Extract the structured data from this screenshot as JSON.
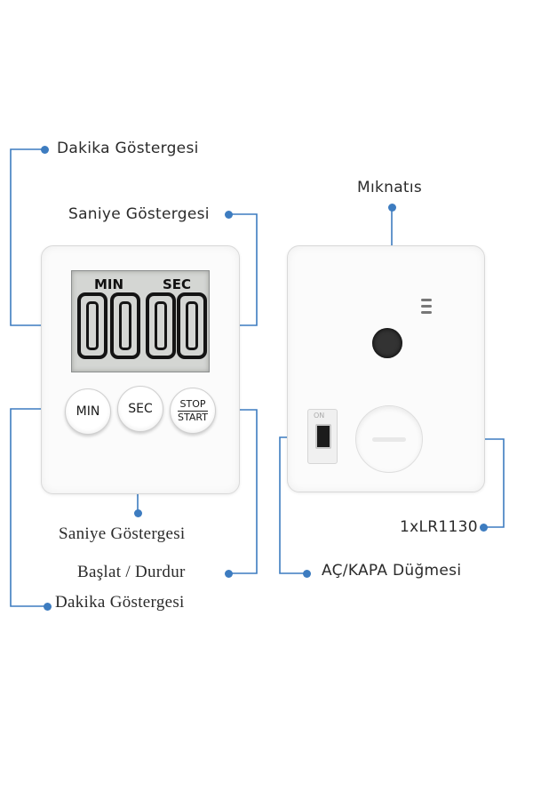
{
  "callouts": {
    "front_top_minute": "Dakika Göstergesi",
    "front_top_second": "Saniye Göstergesi",
    "magnet": "Mıknatıs",
    "battery": "1xLR1130",
    "second_bottom": "Saniye Göstergesi",
    "start_stop": "Başlat / Durdur",
    "power_switch": "AÇ/KAPA Düğmesi",
    "minute_bottom": "Dakika Göstergesi"
  },
  "display": {
    "min_label": "MIN",
    "sec_label": "SEC"
  },
  "buttons": {
    "min": "MIN",
    "sec": "SEC",
    "stop": "STOP",
    "start": "START"
  },
  "switch_marks": "ON",
  "colors": {
    "accent": "#3d7cc0",
    "device": "#fbfbfb",
    "lcd": "#d4d6d3"
  }
}
